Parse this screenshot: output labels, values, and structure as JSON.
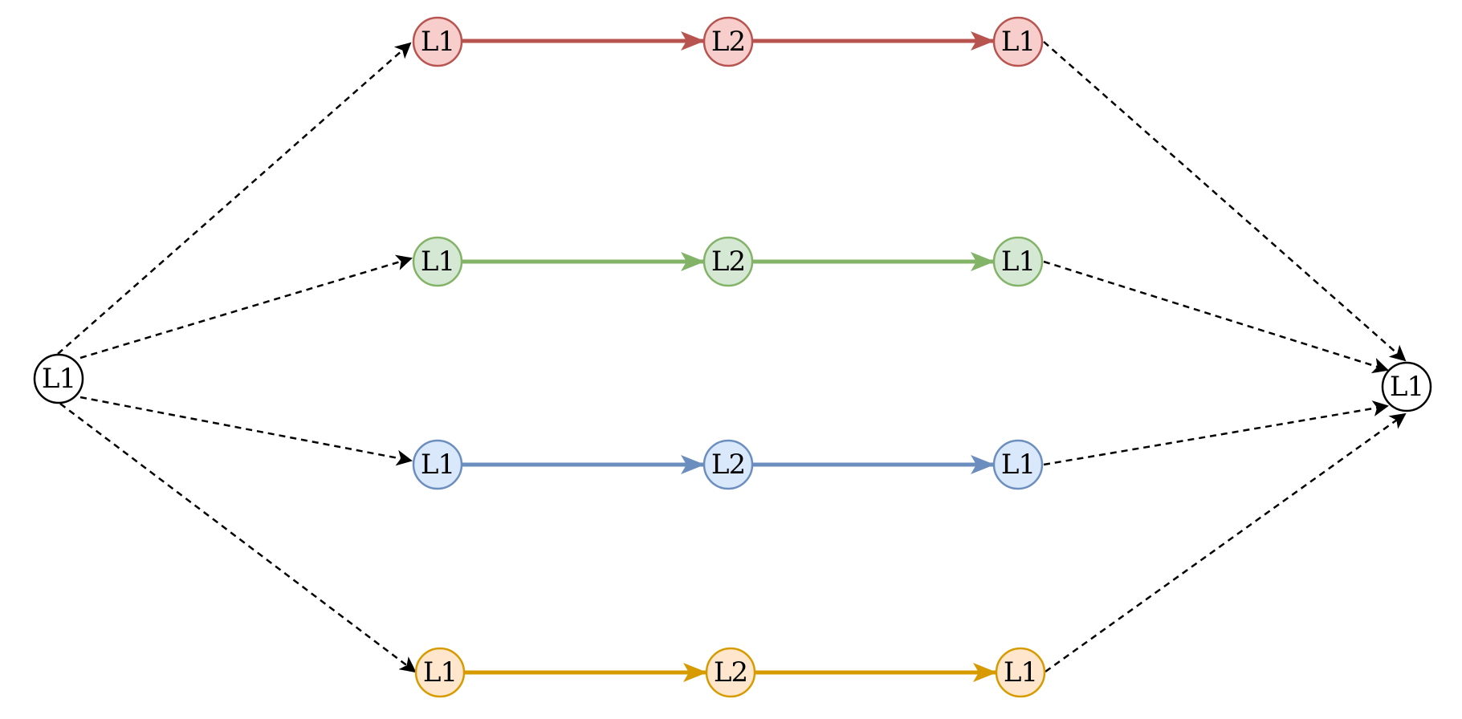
{
  "diagram": {
    "source_node": {
      "label": "L1"
    },
    "sink_node": {
      "label": "L1"
    },
    "rows": [
      {
        "id": "red",
        "stroke": "#b85450",
        "fill": "#f8cecc",
        "nodes": [
          {
            "label": "L1"
          },
          {
            "label": "L2"
          },
          {
            "label": "L1"
          }
        ]
      },
      {
        "id": "green",
        "stroke": "#82b366",
        "fill": "#d5e8d4",
        "nodes": [
          {
            "label": "L1"
          },
          {
            "label": "L2"
          },
          {
            "label": "L1"
          }
        ]
      },
      {
        "id": "blue",
        "stroke": "#6c8ebf",
        "fill": "#dae8fc",
        "nodes": [
          {
            "label": "L1"
          },
          {
            "label": "L2"
          },
          {
            "label": "L1"
          }
        ]
      },
      {
        "id": "orange",
        "stroke": "#d79b00",
        "fill": "#ffe6cc",
        "nodes": [
          {
            "label": "L1"
          },
          {
            "label": "L2"
          },
          {
            "label": "L1"
          }
        ]
      }
    ],
    "dashed_edge_color": "#000000",
    "terminal_node_fill": "#ffffff",
    "terminal_node_stroke": "#000000"
  }
}
